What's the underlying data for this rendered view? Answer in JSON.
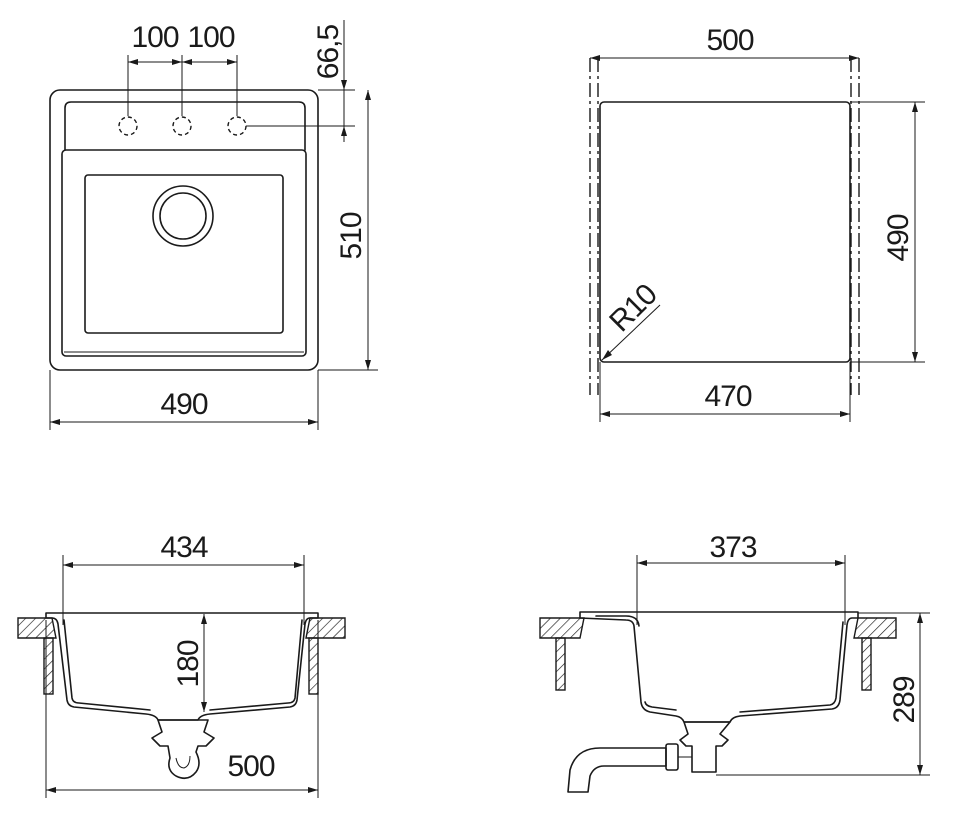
{
  "views": {
    "top": {
      "hole_spacing_1": "100",
      "hole_spacing_2": "100",
      "hole_offset": "66,5",
      "height": "510",
      "width": "490"
    },
    "cutout": {
      "outer_width": "500",
      "height": "490",
      "radius": "R10",
      "inner_width": "470"
    },
    "front_section": {
      "inner_width": "434",
      "depth": "180",
      "outer_width": "500"
    },
    "side_section": {
      "inner_width": "373",
      "total_height": "289"
    }
  },
  "colors": {
    "line": "#1a1a1a",
    "background": "#ffffff"
  }
}
